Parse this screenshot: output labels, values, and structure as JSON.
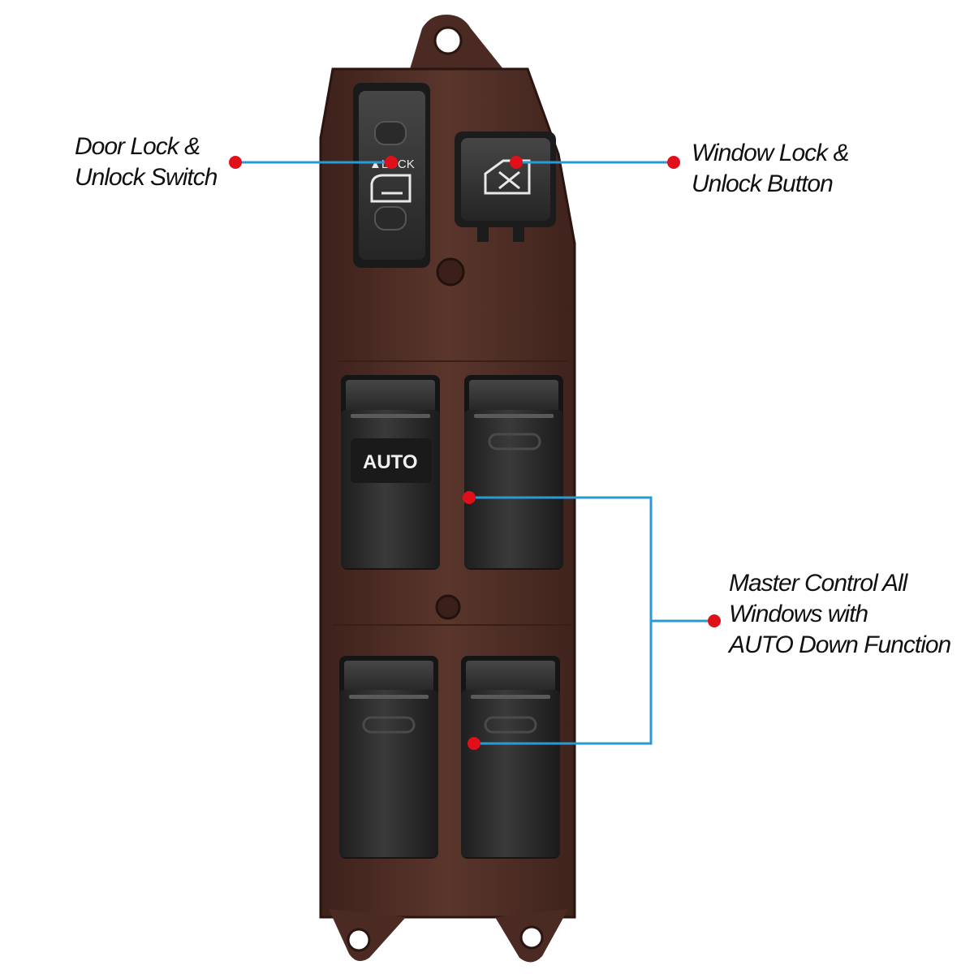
{
  "labels": {
    "door_lock": [
      "Door Lock  &",
      "Unlock Switch"
    ],
    "window_lock": [
      "Window Lock  &",
      "Unlock Button"
    ],
    "master_control": [
      "Master Control  All",
      "Windows with",
      "AUTO Down Function"
    ]
  },
  "switch_text": {
    "lock": "▲LOCK",
    "auto": "AUTO"
  },
  "colors": {
    "housing": "#4a2a22",
    "button": "#2e2e2e",
    "callout_line": "#2a9ad6",
    "callout_dot": "#e0101a"
  }
}
